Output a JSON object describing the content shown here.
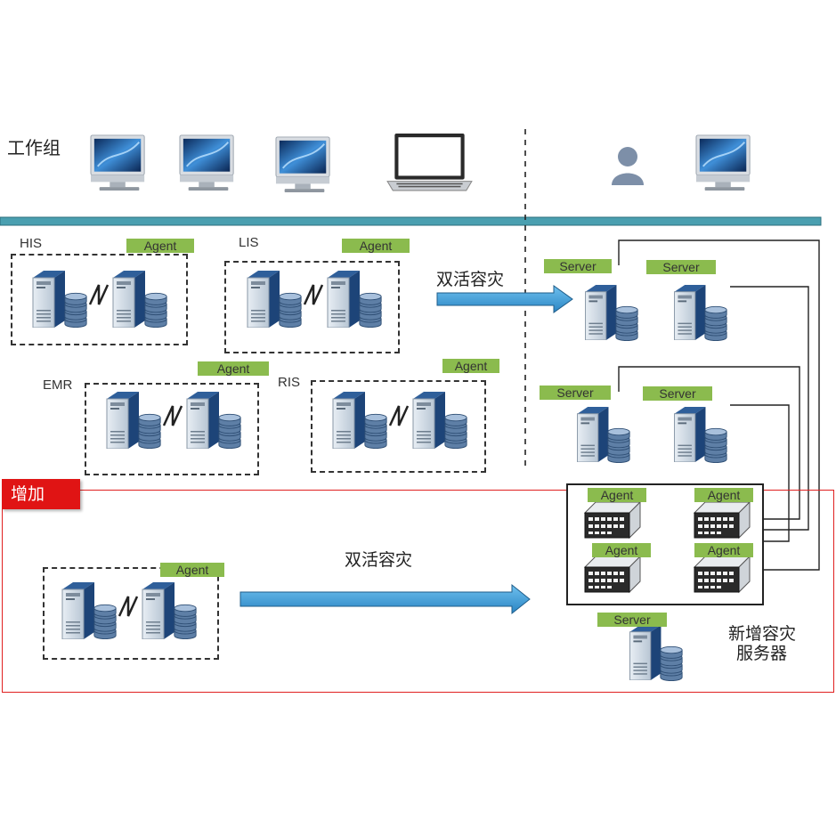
{
  "workgroup": {
    "label": "工作组"
  },
  "systems": [
    {
      "name": "HIS",
      "agent": "Agent"
    },
    {
      "name": "LIS",
      "agent": "Agent"
    },
    {
      "name": "EMR",
      "agent": "Agent"
    },
    {
      "name": "RIS",
      "agent": "Agent"
    }
  ],
  "dr_arrow_top": {
    "label": "双活容灾"
  },
  "server_group_top": {
    "labels": [
      "Server",
      "Server"
    ]
  },
  "server_group_mid": {
    "labels": [
      "Server",
      "Server"
    ]
  },
  "added": {
    "tag": "增加",
    "agent": "Agent",
    "arrow_label": "双活容灾",
    "agent_devices": [
      "Agent",
      "Agent",
      "Agent",
      "Agent"
    ],
    "server_label": "Server",
    "new_server_title_line1": "新增容灾",
    "new_server_title_line2": "服务器"
  },
  "colors": {
    "agent_tag": "#8bbb4e",
    "bar": "#4a9fb0",
    "arrow": "#4aa3d8",
    "added_border": "#e02020"
  },
  "icons": [
    "monitor-icon",
    "laptop-icon",
    "user-icon",
    "server-icon",
    "database-icon",
    "agent-appliance-icon",
    "link-bolt-icon"
  ]
}
